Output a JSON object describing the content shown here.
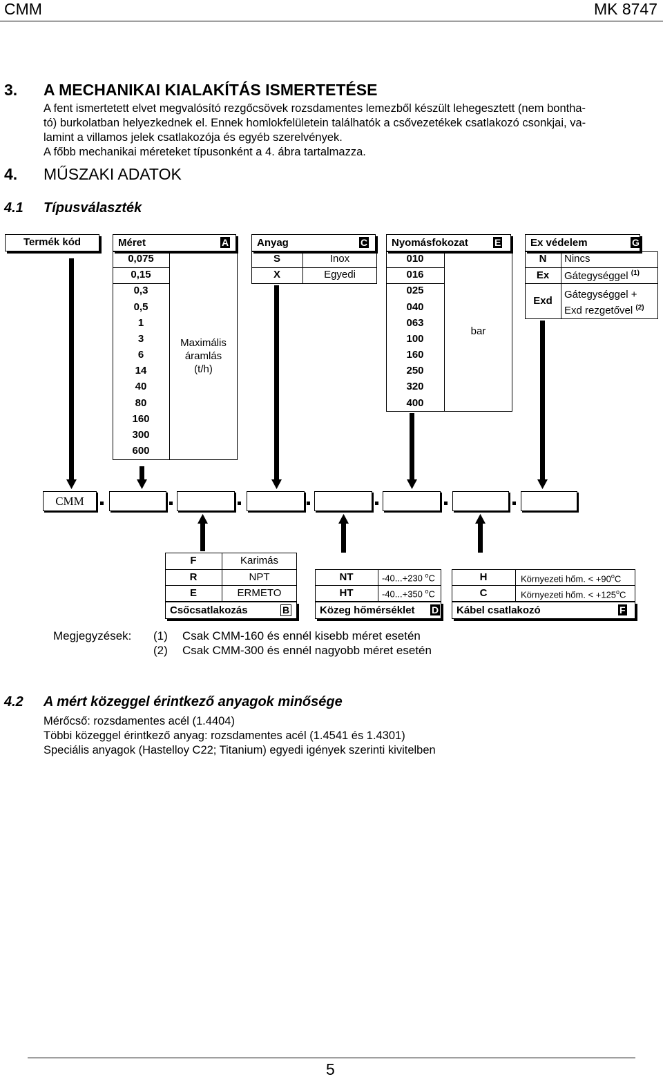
{
  "header": {
    "left": "CMM",
    "right": "MK 8747"
  },
  "section3": {
    "number": "3.",
    "title": "A MECHANIKAI KIALAKÍTÁS ISMERTETÉSE",
    "p1": "A fent ismertetett elvet megvalósító rezgőcsövek rozsdamentes lemezből készült lehegesztett (nem bontha-",
    "p2": "tó) burkolatban helyezkednek el. Ennek homlokfelületein találhatók a csővezetékek csatlakozó csonkjai, va-",
    "p3": "lamint a villamos jelek csatlakozója és egyéb szerelvények.",
    "p4": "A főbb mechanikai méreteket típusonként a 4. ábra tartalmazza."
  },
  "section4": {
    "number": "4.",
    "title": "MŰSZAKI ADATOK"
  },
  "section41": {
    "number": "4.1",
    "title": "Típusválaszték"
  },
  "codes": {
    "termek_kod": "Termék kód",
    "meret": {
      "label": "Méret",
      "letter": "A",
      "values": [
        "0,075",
        "0,15",
        "0,3",
        "0,5",
        "1",
        "3",
        "6",
        "14",
        "40",
        "80",
        "160",
        "300",
        "600"
      ],
      "desc1": "Maximális",
      "desc2": "áramlás",
      "desc3": "(t/h)"
    },
    "anyag": {
      "label": "Anyag",
      "letter": "C",
      "rows": [
        {
          "code": "S",
          "name": "Inox"
        },
        {
          "code": "X",
          "name": "Egyedi"
        }
      ]
    },
    "nyomas": {
      "label": "Nyomásfokozat",
      "letter": "E",
      "values": [
        "010",
        "016",
        "025",
        "040",
        "063",
        "100",
        "160",
        "250",
        "320",
        "400"
      ],
      "unit": "bar"
    },
    "ex": {
      "label": "Ex védelem",
      "letter": "G",
      "rows": [
        {
          "code": "N",
          "name": "Nincs",
          "sup": ""
        },
        {
          "code": "Ex",
          "name": "Gátegységgel",
          "sup": "(1)"
        },
        {
          "code": "Exd",
          "name": "Gátegységgel +",
          "name2": "Exd rezgetővel",
          "sup": "(2)"
        }
      ]
    },
    "cmm": "CMM",
    "cso": {
      "label": "Csőcsatlakozás",
      "letter": "B",
      "rows": [
        {
          "code": "F",
          "name": "Karimás"
        },
        {
          "code": "R",
          "name": "NPT"
        },
        {
          "code": "E",
          "name": "ERMETO"
        }
      ]
    },
    "kozeg": {
      "label": "Közeg hőmérséklet",
      "letter": "D",
      "rows": [
        {
          "code": "NT",
          "range": "-40...+230",
          "unit": "C"
        },
        {
          "code": "HT",
          "range": "-40...+350",
          "unit": "C"
        }
      ]
    },
    "kabel": {
      "label": "Kábel csatlakozó",
      "letter": "F",
      "rows": [
        {
          "code": "H",
          "text": "Környezeti hőm. < +90",
          "unit": "C"
        },
        {
          "code": "C",
          "text": "Környezeti hőm. < +125",
          "unit": "C"
        }
      ]
    }
  },
  "notes": {
    "label": "Megjegyzések:",
    "items": [
      {
        "num": "(1)",
        "text": "Csak CMM-160 és ennél kisebb méret esetén"
      },
      {
        "num": "(2)",
        "text": "Csak CMM-300 és ennél nagyobb méret esetén"
      }
    ]
  },
  "section42": {
    "number": "4.2",
    "title": "A mért közeggel érintkező anyagok minősége",
    "l1": "Mérőcső: rozsdamentes acél (1.4404)",
    "l2": "Többi közeggel érintkező anyag: rozsdamentes acél (1.4541 és 1.4301)",
    "l3": "Speciális anyagok (Hastelloy C22; Titanium) egyedi igények szerinti kivitelben"
  },
  "footer": {
    "page": "5"
  }
}
